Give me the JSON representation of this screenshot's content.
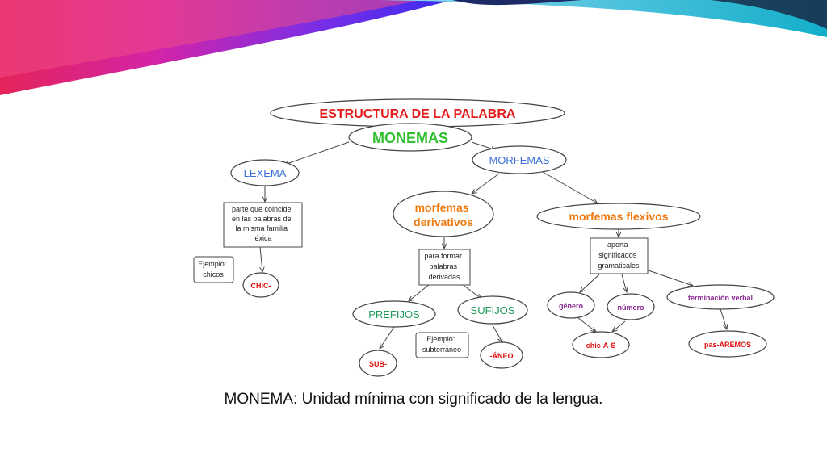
{
  "colors": {
    "title": "#e41b1b",
    "monemas": "#2fc02f",
    "blue": "#3c6fd8",
    "orange": "#f07a12",
    "green": "#1f9a5a",
    "purple": "#8a2592",
    "red": "#e01010",
    "text": "#222222"
  },
  "diagram": {
    "title": "ESTRUCTURA DE LA PALABRA",
    "monemas": "MONEMAS",
    "lexema": "LEXEMA",
    "lexema_def": [
      "parte que coincide",
      "en las palabras de",
      "la misma familia",
      "léxica"
    ],
    "lexema_example": [
      "Ejemplo:",
      "chicos"
    ],
    "chic": "CHIC-",
    "morfemas": "MORFEMAS",
    "derivativos": [
      "morfemas",
      "derivativos"
    ],
    "derivativos_def": [
      "para formar",
      "palabras",
      "derivadas"
    ],
    "prefijos": "PREFIJOS",
    "sufijos": "SUFIJOS",
    "sub": "SUB-",
    "sufijos_example": [
      "Ejemplo:",
      "subterráneo"
    ],
    "aneo": "-ÁNEO",
    "flexivos": "morfemas flexivos",
    "flexivos_def": [
      "aporta",
      "significados",
      "gramaticales"
    ],
    "genero": "género",
    "numero": "número",
    "chicas": "chic-A-S",
    "terminacion": "terminación verbal",
    "pasaremos": "pas-AREMOS"
  },
  "caption": "MONEMA: Unidad mínima con significado de la lengua."
}
